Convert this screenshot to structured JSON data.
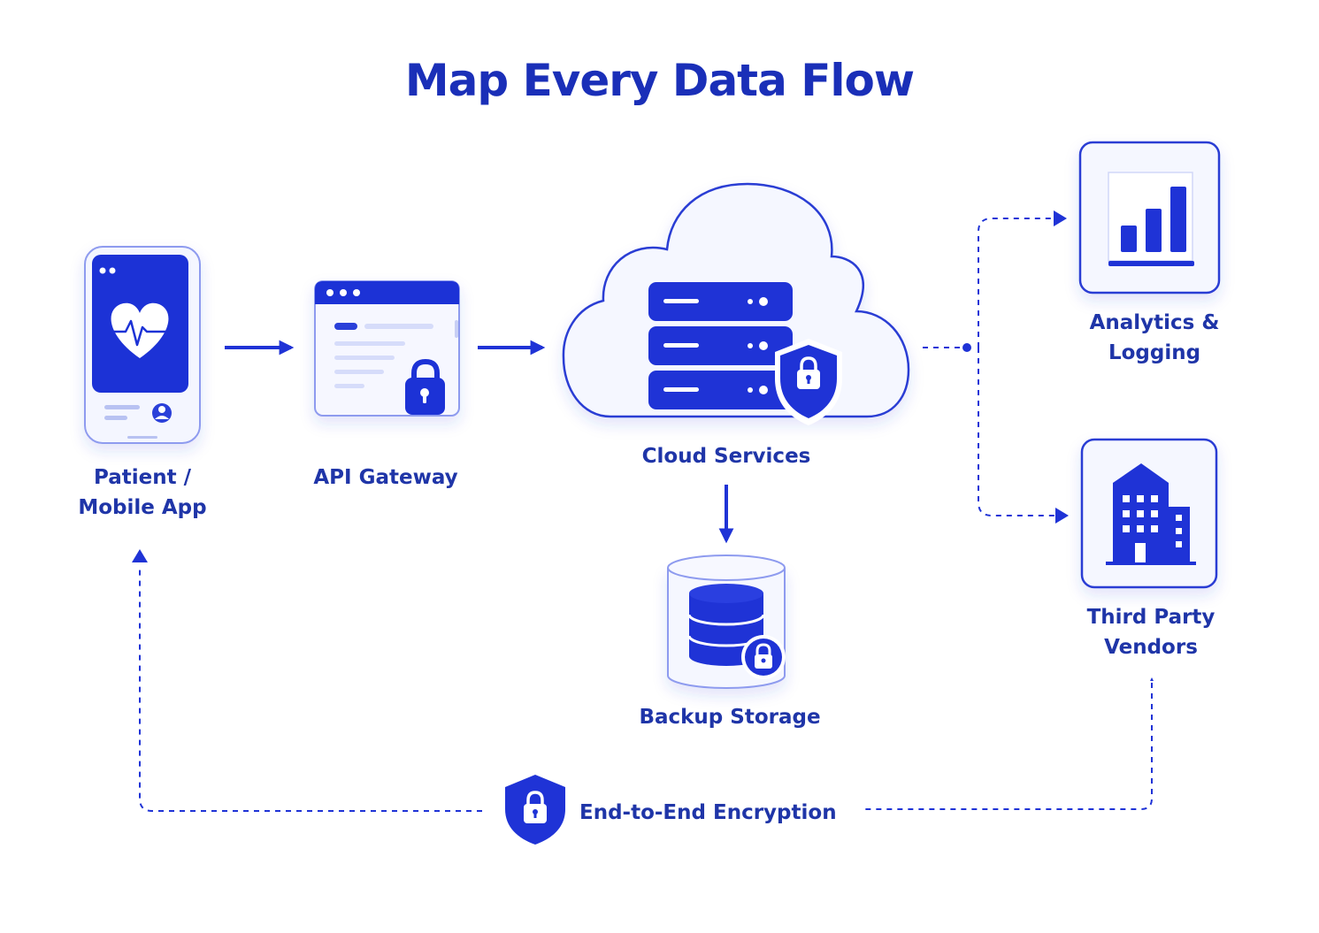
{
  "title": "Map Every Data Flow",
  "colors": {
    "primary": "#1f33d6",
    "text": "#1f35a8",
    "outline": "#2a3ed4",
    "light_fill": "#eef1ff"
  },
  "nodes": {
    "patient_app": {
      "label_line1": "Patient /",
      "label_line2": "Mobile App",
      "icon": "smartphone-heart-icon"
    },
    "api_gateway": {
      "label": "API Gateway",
      "icon": "browser-lock-icon"
    },
    "cloud_services": {
      "label": "Cloud Services",
      "icon": "cloud-server-shield-icon"
    },
    "backup_storage": {
      "label": "Backup Storage",
      "icon": "database-lock-icon"
    },
    "analytics": {
      "label_line1": "Analytics &",
      "label_line2": "Logging",
      "icon": "bar-chart-icon"
    },
    "vendors": {
      "label_line1": "Third Party",
      "label_line2": "Vendors",
      "icon": "building-icon"
    },
    "encryption": {
      "label": "End-to-End Encryption",
      "icon": "shield-lock-icon"
    }
  },
  "flows": [
    {
      "from": "Patient / Mobile App",
      "to": "API Gateway",
      "style": "solid"
    },
    {
      "from": "API Gateway",
      "to": "Cloud Services",
      "style": "solid"
    },
    {
      "from": "Cloud Services",
      "to": "Backup Storage",
      "style": "solid"
    },
    {
      "from": "Cloud Services",
      "to": "Analytics & Logging",
      "style": "dashed"
    },
    {
      "from": "Cloud Services",
      "to": "Third Party Vendors",
      "style": "dashed"
    },
    {
      "from": "Third Party Vendors",
      "to": "Patient / Mobile App",
      "style": "dashed",
      "via": "End-to-End Encryption"
    }
  ]
}
